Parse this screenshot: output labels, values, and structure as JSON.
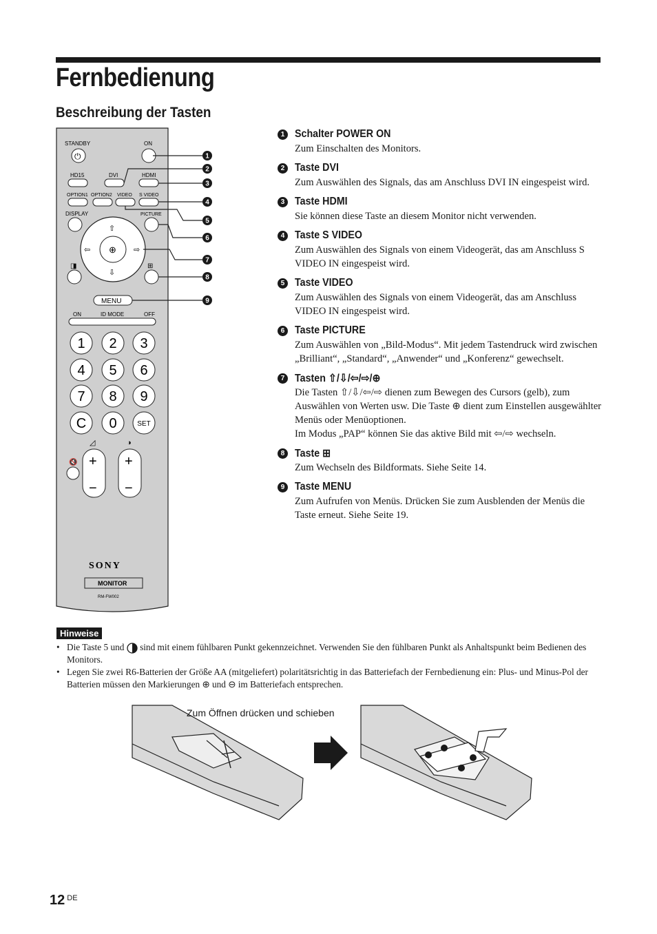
{
  "page": {
    "title": "Fernbedienung",
    "subtitle": "Beschreibung der Tasten",
    "number": "12",
    "lang": "DE"
  },
  "remote": {
    "labels": {
      "standby": "STANDBY",
      "on": "ON",
      "hd15": "HD15",
      "dvi": "DVI",
      "hdmi": "HDMI",
      "option1": "OPTION1",
      "option2": "OPTION2",
      "video": "VIDEO",
      "svideo": "S VIDEO",
      "display": "DISPLAY",
      "picture": "PICTURE",
      "menu": "MENU",
      "id_on": "ON",
      "id_mode": "ID MODE",
      "id_off": "OFF",
      "keys": [
        "1",
        "2",
        "3",
        "4",
        "5",
        "6",
        "7",
        "8",
        "9",
        "C",
        "0",
        "SET"
      ],
      "brand": "SONY",
      "model_label": "MONITOR",
      "model_code": "RM-FW002"
    },
    "callouts": [
      "1",
      "2",
      "3",
      "4",
      "5",
      "6",
      "7",
      "8",
      "9"
    ]
  },
  "items": [
    {
      "num": "1",
      "title": "Schalter POWER ON",
      "body": [
        "Zum Einschalten des Monitors."
      ]
    },
    {
      "num": "2",
      "title": "Taste DVI",
      "body": [
        "Zum Auswählen des Signals, das am Anschluss DVI IN eingespeist wird."
      ]
    },
    {
      "num": "3",
      "title": "Taste HDMI",
      "body": [
        "Sie können diese Taste an diesem Monitor nicht verwenden."
      ]
    },
    {
      "num": "4",
      "title": "Taste S VIDEO",
      "body": [
        "Zum Auswählen des Signals von einem Videogerät, das am Anschluss S VIDEO IN eingespeist wird."
      ]
    },
    {
      "num": "5",
      "title": "Taste VIDEO",
      "body": [
        "Zum Auswählen des Signals von einem Videogerät, das am Anschluss VIDEO IN eingespeist wird."
      ]
    },
    {
      "num": "6",
      "title": "Taste PICTURE",
      "body": [
        "Zum Auswählen von „Bild-Modus“. Mit jedem Tastendruck wird zwischen „Brilliant“, „Standard“, „Anwender“ und „Konferenz“ gewechselt."
      ]
    },
    {
      "num": "7",
      "title": "Tasten ⇧/⇩/⇦/⇨/⊕",
      "body": [
        "Die Tasten ⇧/⇩/⇦/⇨ dienen zum Bewegen des Cursors (gelb), zum Auswählen von Werten usw. Die Taste ⊕ dient zum Einstellen ausgewählter Menüs oder Menüoptionen.",
        "Im Modus „PAP“ können Sie das aktive Bild mit ⇦/⇨ wechseln."
      ]
    },
    {
      "num": "8",
      "title": "Taste ⊞",
      "body": [
        "Zum Wechseln des Bildformats. Siehe Seite 14."
      ]
    },
    {
      "num": "9",
      "title": "Taste MENU",
      "body": [
        "Zum Aufrufen von Menüs. Drücken Sie zum Ausblenden der Menüs die Taste erneut. Siehe Seite 19."
      ]
    }
  ],
  "notes": {
    "label": "Hinweise",
    "items": [
      {
        "before": "Die Taste 5 und",
        "after": "sind mit einem fühlbaren Punkt gekennzeichnet. Verwenden Sie den fühlbaren Punkt als Anhaltspunkt beim Bedienen des Monitors."
      },
      {
        "before": "Legen Sie zwei R6-Batterien der Größe AA (mitgeliefert) polaritätsrichtig in das Batteriefach der Fernbedienung ein: Plus- und Minus-Pol der Batterien müssen den Markierungen",
        "plus": "⊕",
        "middle": "und",
        "minus": "⊖",
        "after": "im Batteriefach entsprechen."
      }
    ]
  },
  "battery": {
    "callout": "Zum Öffnen drücken und schieben"
  }
}
